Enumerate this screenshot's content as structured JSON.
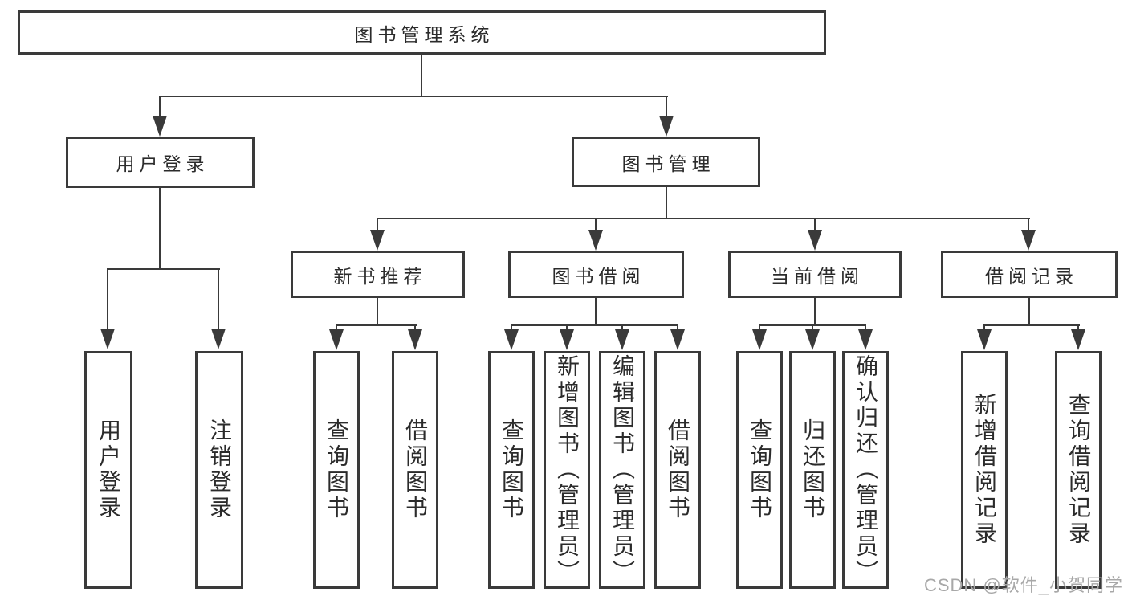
{
  "tree": {
    "label": "图书管理系统",
    "children": [
      {
        "label": "用户登录",
        "children": [
          {
            "label": "用户登录"
          },
          {
            "label": "注销登录"
          }
        ]
      },
      {
        "label": "图书管理",
        "children": [
          {
            "label": "新书推荐",
            "children": [
              {
                "label": "查询图书"
              },
              {
                "label": "借阅图书"
              }
            ]
          },
          {
            "label": "图书借阅",
            "children": [
              {
                "label": "查询图书"
              },
              {
                "label": "新增图书（管理员）"
              },
              {
                "label": "编辑图书（管理员）"
              },
              {
                "label": "借阅图书"
              }
            ]
          },
          {
            "label": "当前借阅",
            "children": [
              {
                "label": "查询图书"
              },
              {
                "label": "归还图书"
              },
              {
                "label": "确认归还（管理员）"
              }
            ]
          },
          {
            "label": "借阅记录",
            "children": [
              {
                "label": "新增借阅记录"
              },
              {
                "label": "查询借阅记录"
              }
            ]
          }
        ]
      }
    ]
  },
  "watermark": "CSDN @软件_小贺同学",
  "colors": {
    "line": "#3a3a3a",
    "text": "#2b2b2b",
    "watermark": "#a8a8a8",
    "background": "#ffffff"
  }
}
